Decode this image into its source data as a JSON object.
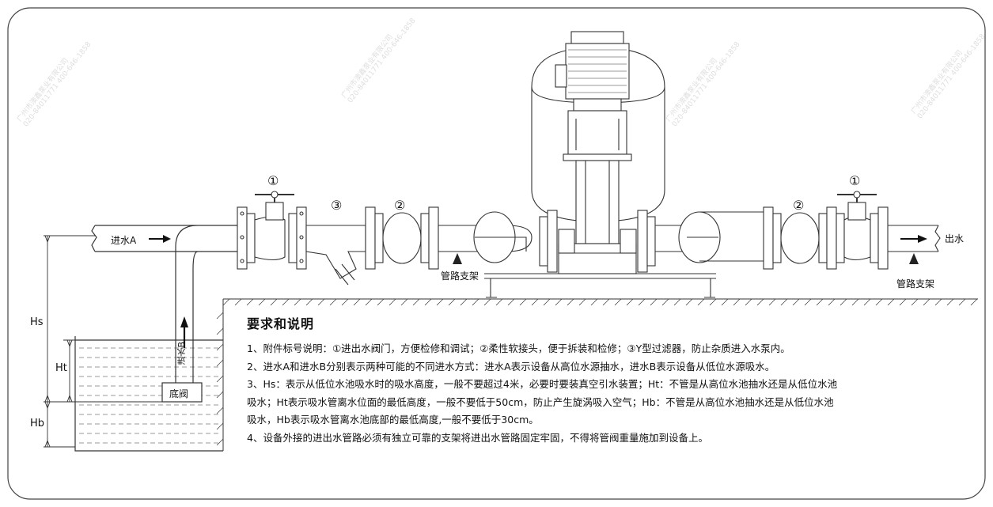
{
  "diagram": {
    "inlet_a_label": "进水A",
    "inlet_b_label": "进水B",
    "foot_valve_label": "底阀",
    "outlet_label": "出水",
    "support_left_label": "管路支架",
    "support_right_label": "管路支架",
    "marker_1": "①",
    "marker_2": "②",
    "marker_3": "③",
    "dim_hs": "Hs",
    "dim_ht": "Ht",
    "dim_hb": "Hb"
  },
  "notes": {
    "title": "要求和说明",
    "line1": "1、附件标号说明：①进出水阀门，方便检修和调试；②柔性软接头，便于拆装和检修；③Y型过滤器，防止杂质进入水泵内。",
    "line2": "2、进水A和进水B分别表示两种可能的不同进水方式：进水A表示设备从高位水源抽水，进水B表示设备从低位水源吸水。",
    "line3a": "3、Hs：表示从低位水池吸水时的吸水高度，一般不要超过4米，必要时要装真空引水装置；Ht：不管是从高位水池抽水还是从低位水池",
    "line3b": "吸水；Ht表示吸水管离水位面的最低高度，一般不要低于50cm，防止产生旋涡吸入空气；Hb：不管是从高位水池抽水还是从低位水池",
    "line3c": "吸水，Hb表示吸水管离水池底部的最低高度,一般不要低于30cm。",
    "line4": "4、设备外接的进出水管路必须有独立可靠的支架将进出水管路固定牢固，不得将管阀重量施加到设备上。"
  },
  "watermark": {
    "company": "广州市澳鑫泵业有限公司",
    "phone": "020-84011771 400-646-1858"
  }
}
